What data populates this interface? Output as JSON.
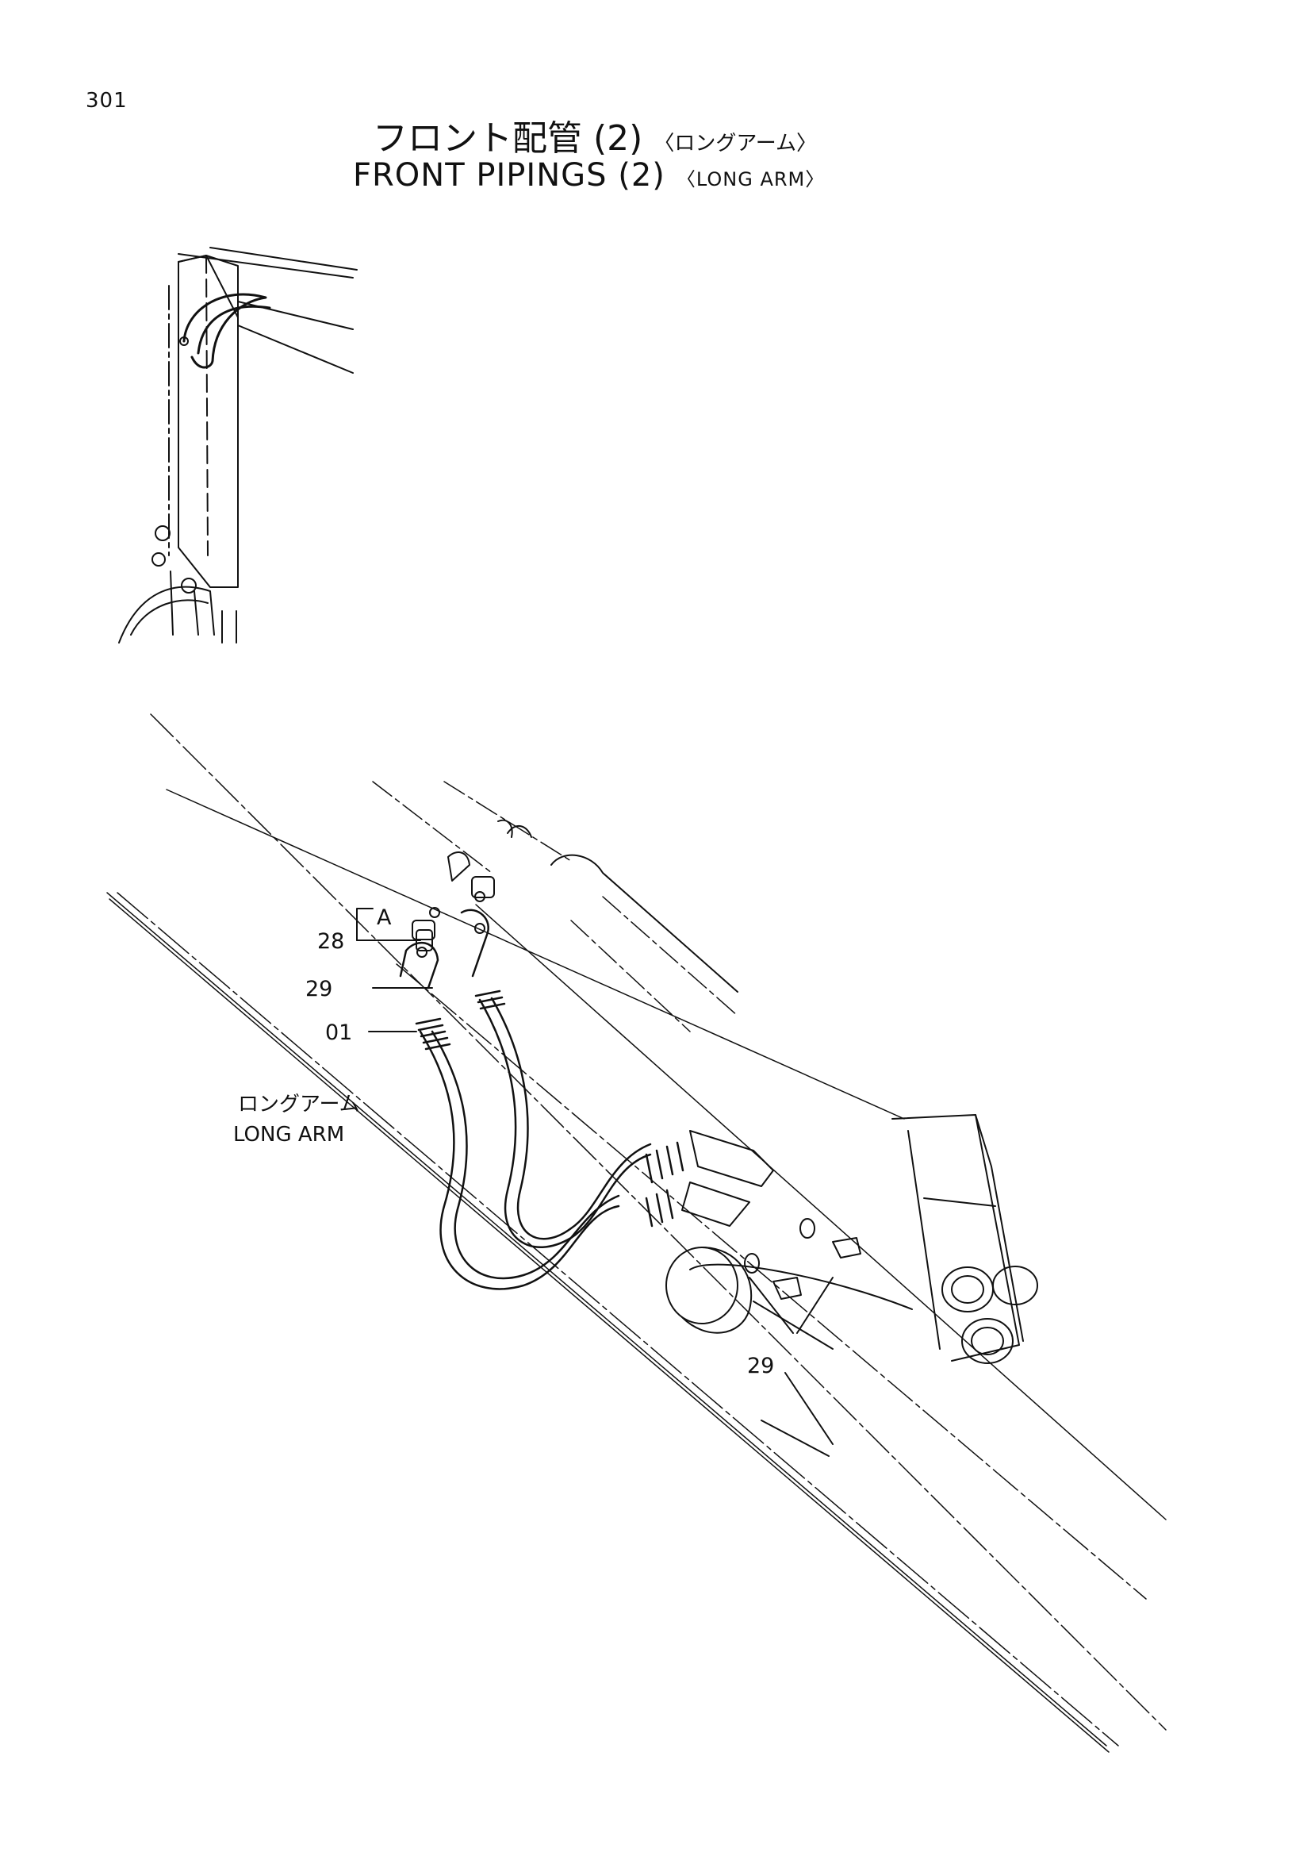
{
  "page_number": "301",
  "title": {
    "jp_main": "フロント配管 (2)",
    "jp_sub": "〈ロングアーム〉",
    "en_main": "FRONT PIPINGS (2)",
    "en_sub": "〈LONG ARM〉"
  },
  "callouts": {
    "a": "A",
    "c28": "28",
    "c29a": "29",
    "c01": "01",
    "c29b": "29"
  },
  "note": {
    "jp": "ロングアーム",
    "en": "LONG ARM"
  }
}
